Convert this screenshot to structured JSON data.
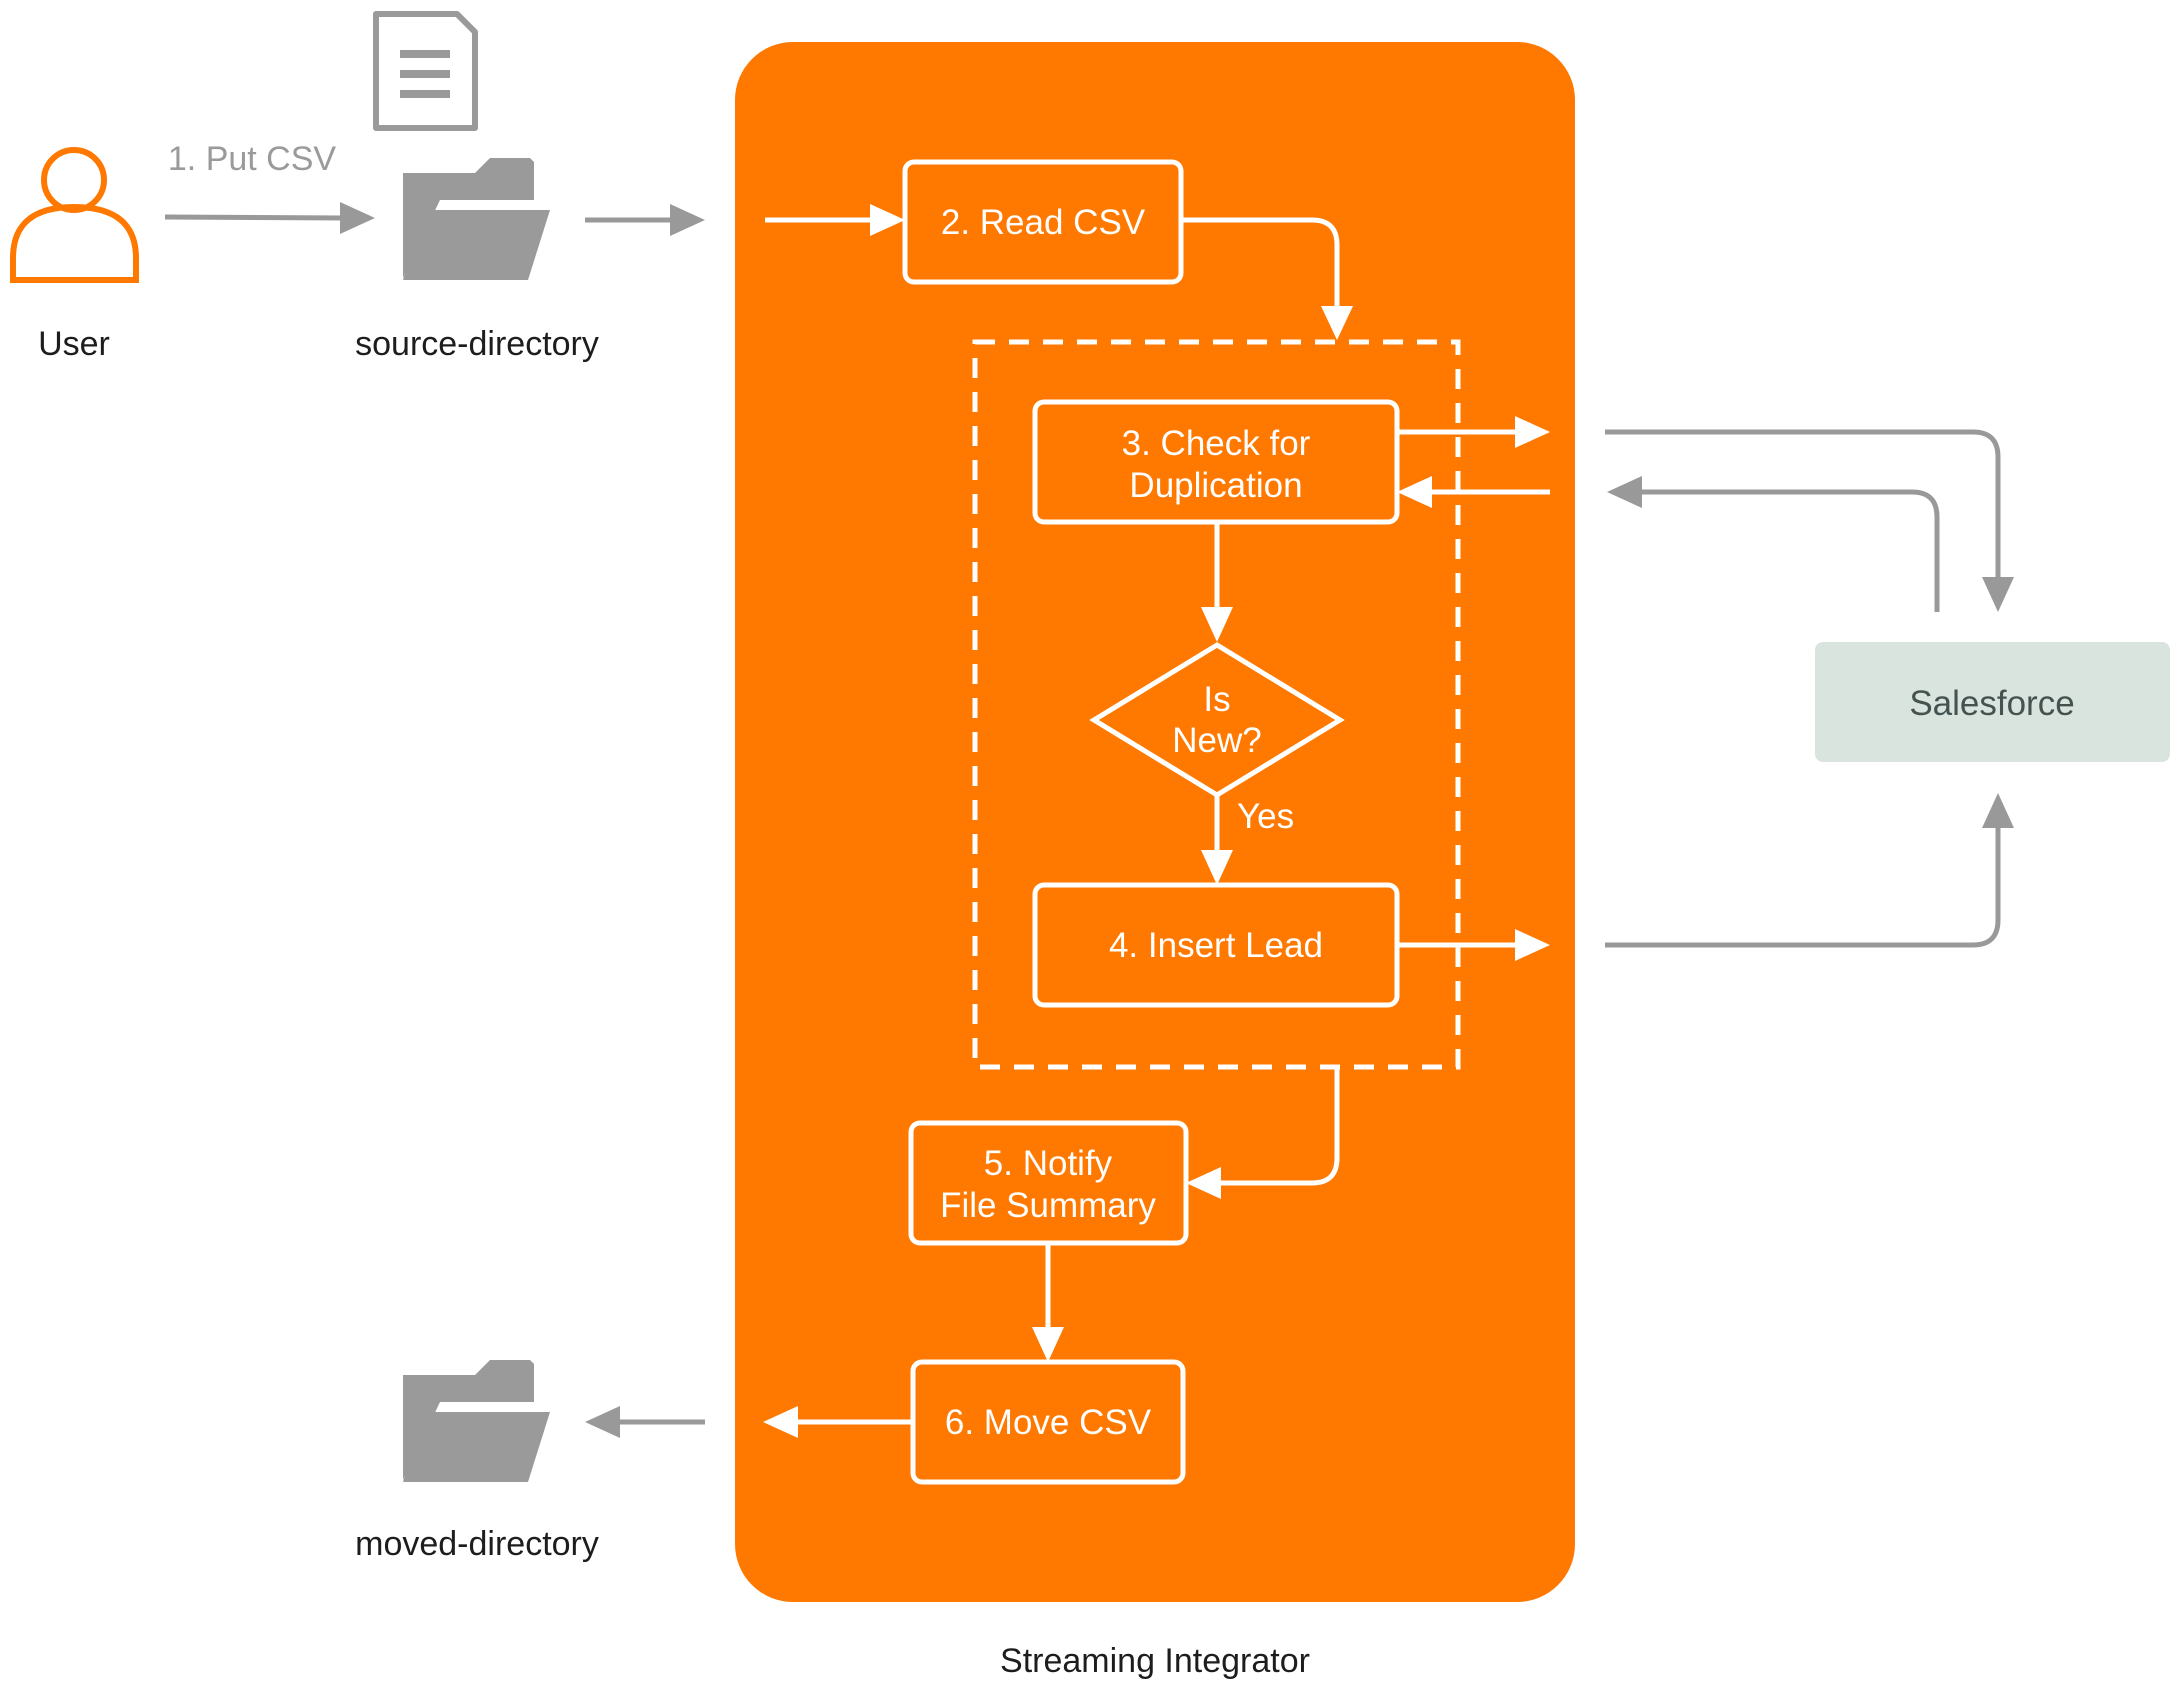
{
  "actors": {
    "user": "User",
    "source_directory": "source-directory",
    "moved_directory": "moved-directory",
    "salesforce": "Salesforce"
  },
  "container": {
    "label": "Streaming Integrator"
  },
  "steps": {
    "put_csv": "1. Put CSV",
    "read_csv": "2. Read CSV",
    "check_dup_line1": "3. Check for",
    "check_dup_line2": "Duplication",
    "is_new_line1": "Is",
    "is_new_line2": "New?",
    "yes": "Yes",
    "insert_lead": "4. Insert Lead",
    "notify_line1": "5. Notify",
    "notify_line2": "File Summary",
    "move_csv": "6. Move CSV"
  },
  "colors": {
    "container_fill": "#ff7800",
    "salesforce_fill": "#d9e4df",
    "icon_grey": "#9a9a9a",
    "user_icon": "#ff7800"
  },
  "icons": [
    "user-icon",
    "document-icon",
    "folder-icon"
  ]
}
